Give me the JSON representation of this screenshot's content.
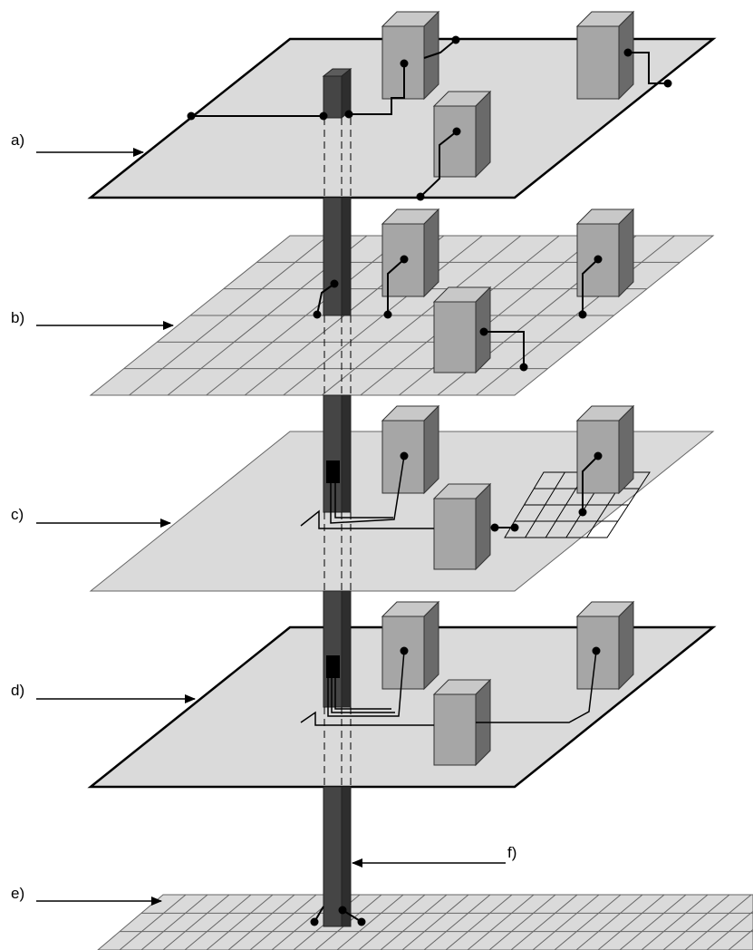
{
  "labels": {
    "a": "a)",
    "b": "b)",
    "c": "c)",
    "d": "d)",
    "e": "e)",
    "f": "f)"
  },
  "colors": {
    "plane": "#dadada",
    "plane_border": "#000000",
    "grid_border": "#666666",
    "box_front": "#a6a6a6",
    "box_top": "#c8c8c8",
    "box_side": "#6a6a6a",
    "column": "#454545",
    "column_top": "#5c5c5c",
    "wire": "#000000"
  },
  "layers": [
    {
      "id": "a",
      "plane_style": "solid",
      "grid": false
    },
    {
      "id": "b",
      "plane_style": "grid",
      "grid": true
    },
    {
      "id": "c",
      "plane_style": "flat",
      "grid": false,
      "sub_grid": true
    },
    {
      "id": "d",
      "plane_style": "solid",
      "grid": false
    },
    {
      "id": "e",
      "plane_style": "grid",
      "grid": true
    }
  ]
}
